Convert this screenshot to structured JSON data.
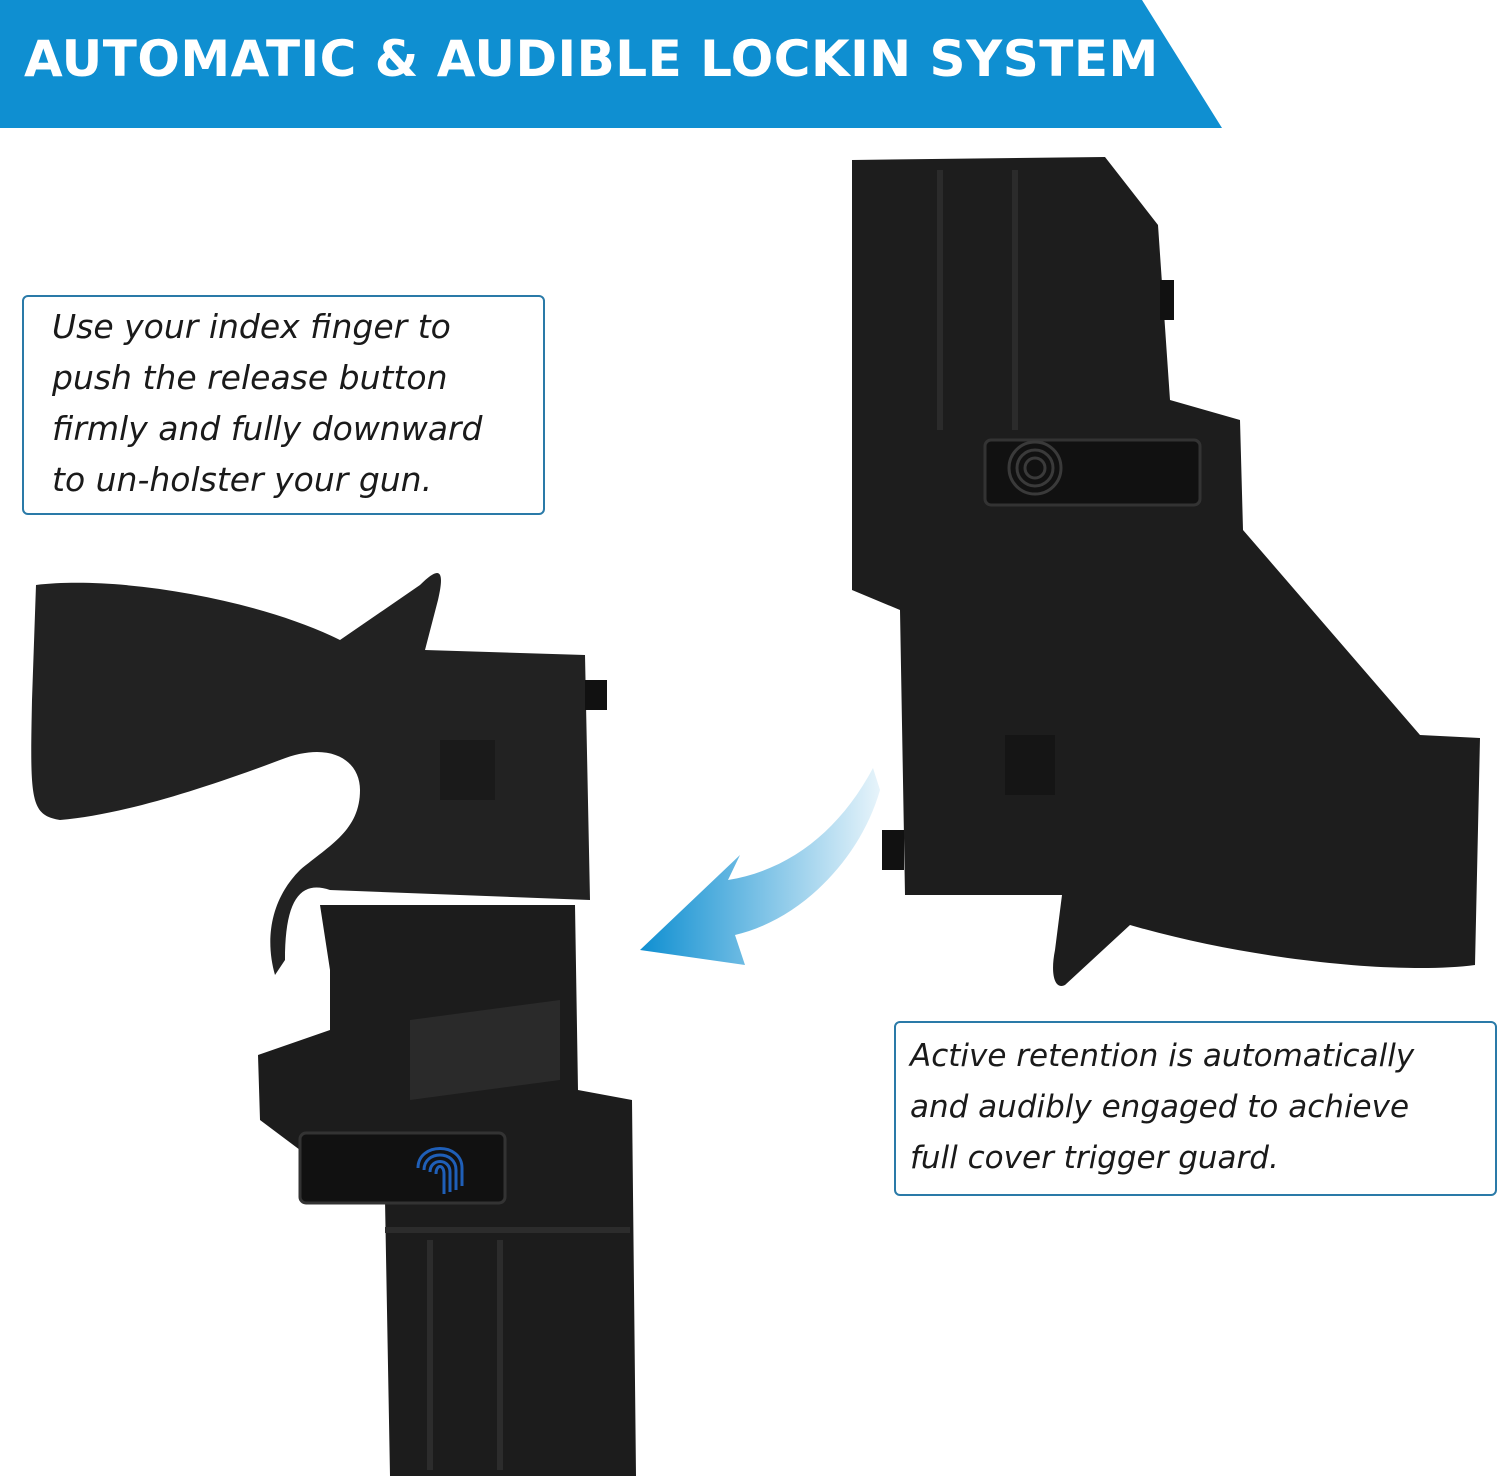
{
  "banner": {
    "title": "AUTOMATIC & AUDIBLE LOCKIN SYSTEM",
    "color": "#0f8fd1"
  },
  "callouts": {
    "left": {
      "lines": [
        "Use your index finger to",
        "push the release button",
        "firmly and fully downward",
        "to un-holster your gun."
      ]
    },
    "right": {
      "lines": [
        "Active retention is automatically",
        "and audibly engaged to achieve",
        "full cover trigger guard."
      ]
    }
  },
  "colors": {
    "accent": "#0f8fd1",
    "border": "#2a7aa8",
    "holster": "#1c1c1c",
    "fingerprint": "#1f5fb8"
  },
  "icons": [
    "fingerprint-icon",
    "curved-arrow-icon"
  ]
}
